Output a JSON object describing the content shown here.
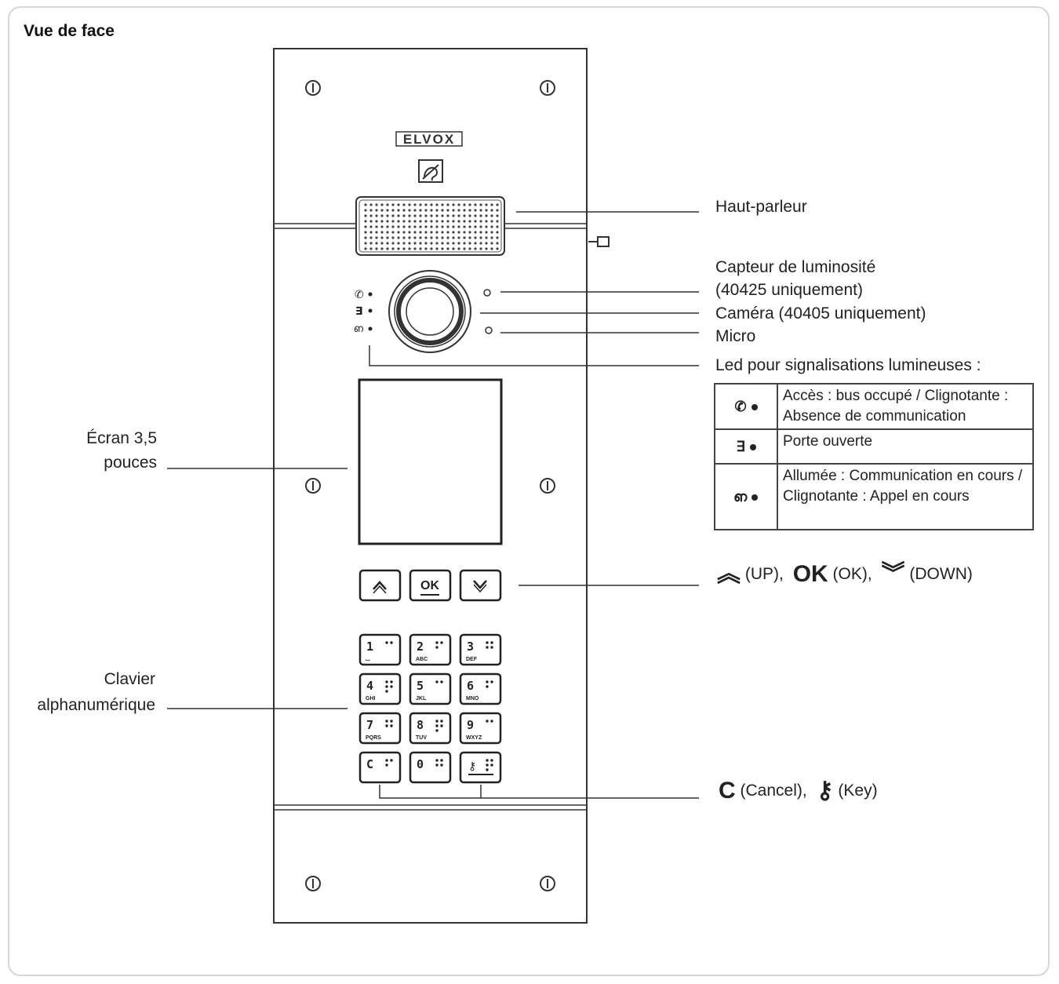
{
  "title": "Vue de face",
  "brand_logo": "ELVOX",
  "panel": {
    "ok_button": "OK",
    "keys": [
      {
        "digit": "1",
        "letters": "⌴"
      },
      {
        "digit": "2",
        "letters": "ABC"
      },
      {
        "digit": "3",
        "letters": "DEF"
      },
      {
        "digit": "4",
        "letters": "GHI"
      },
      {
        "digit": "5",
        "letters": "JKL"
      },
      {
        "digit": "6",
        "letters": "MNO"
      },
      {
        "digit": "7",
        "letters": "PQRS"
      },
      {
        "digit": "8",
        "letters": "TUV"
      },
      {
        "digit": "9",
        "letters": "WXYZ"
      },
      {
        "digit": "C",
        "letters": ""
      },
      {
        "digit": "0",
        "letters": ""
      },
      {
        "digit": "",
        "letters": ""
      }
    ]
  },
  "labels": {
    "haut_parleur": "Haut-parleur",
    "capteur_line1": "Capteur de luminosité",
    "capteur_line2": "(40425 uniquement)",
    "camera": "Caméra (40405 uniquement)",
    "micro": "Micro",
    "led": "Led pour signalisations lumineuses :",
    "ecran_line1": "Écran 3,5",
    "ecran_line2": "pouces",
    "clavier_line1": "Clavier",
    "clavier_line2": "alphanumérique",
    "nav_up": "(UP),",
    "nav_ok": "(OK),",
    "nav_down": "(DOWN)",
    "cancel": "(Cancel),",
    "key": "(Key)"
  },
  "legend": [
    {
      "icon": "phone-icon",
      "text": "Accès : bus occupé / Clignotante : Absence de communication"
    },
    {
      "icon": "door-icon",
      "text": "Porte ouverte"
    },
    {
      "icon": "speech-icon",
      "text": "Allumée : Communication en cours / Clignotante : Appel en cours"
    }
  ]
}
